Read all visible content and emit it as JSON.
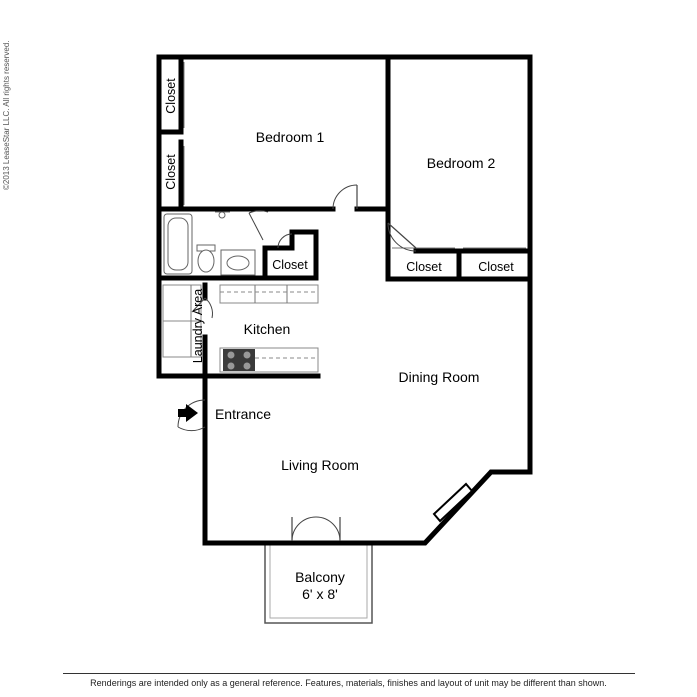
{
  "copyright": "©2013 LeaseStar LLC. All rights reserved.",
  "rooms": {
    "bedroom1": "Bedroom 1",
    "bedroom2": "Bedroom 2",
    "closet": "Closet",
    "kitchen": "Kitchen",
    "laundry": "Laundry Area",
    "dining": "Dining Room",
    "entrance": "Entrance",
    "living": "Living Room",
    "balcony": "Balcony",
    "balcony_size": "6' x 8'"
  },
  "disclaimer": "Renderings are intended only as a general reference. Features, materials, finishes and layout of unit may be different than shown."
}
